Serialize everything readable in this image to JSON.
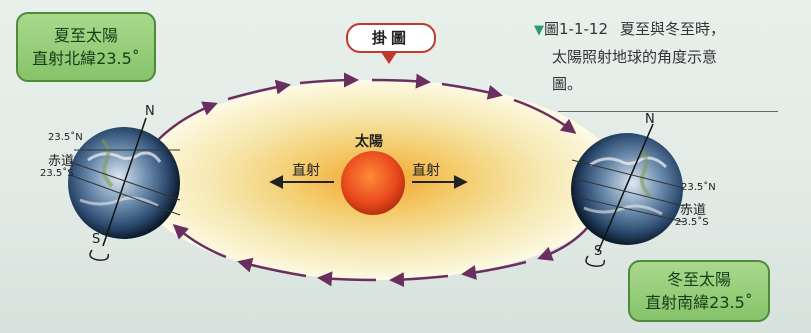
{
  "summer": {
    "line1": "夏至太陽",
    "line2": "直射北緯23.5˚"
  },
  "winter": {
    "line1": "冬至太陽",
    "line2": "直射南緯23.5˚"
  },
  "caption": {
    "figure_id": "圖1-1-12",
    "line1": "夏至與冬至時，",
    "line2": "太陽照射地球的角度示意",
    "line3": "圖。"
  },
  "hang_map": "掛圖",
  "sun": {
    "label": "太陽"
  },
  "direct": {
    "left": "直射",
    "right": "直射"
  },
  "left_earth": {
    "n": "N",
    "s": "S",
    "lat_n": "23.5˚N",
    "equator": "赤道",
    "lat_s": "23.5˚S"
  },
  "right_earth": {
    "n": "N",
    "s": "S",
    "lat_n": "23.5˚N",
    "equator": "赤道",
    "lat_s": "23.5˚S"
  },
  "colors": {
    "orbit": "#6b2f5f",
    "sun": "#e0461c",
    "box": "#8fcb72"
  }
}
